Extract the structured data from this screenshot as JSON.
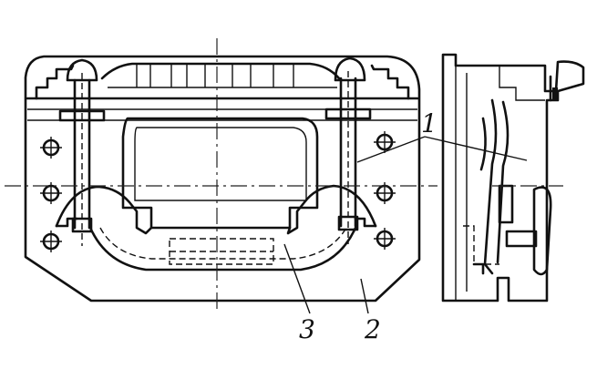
{
  "labels": {
    "bolt": "1",
    "clip": "3",
    "body": "2"
  }
}
